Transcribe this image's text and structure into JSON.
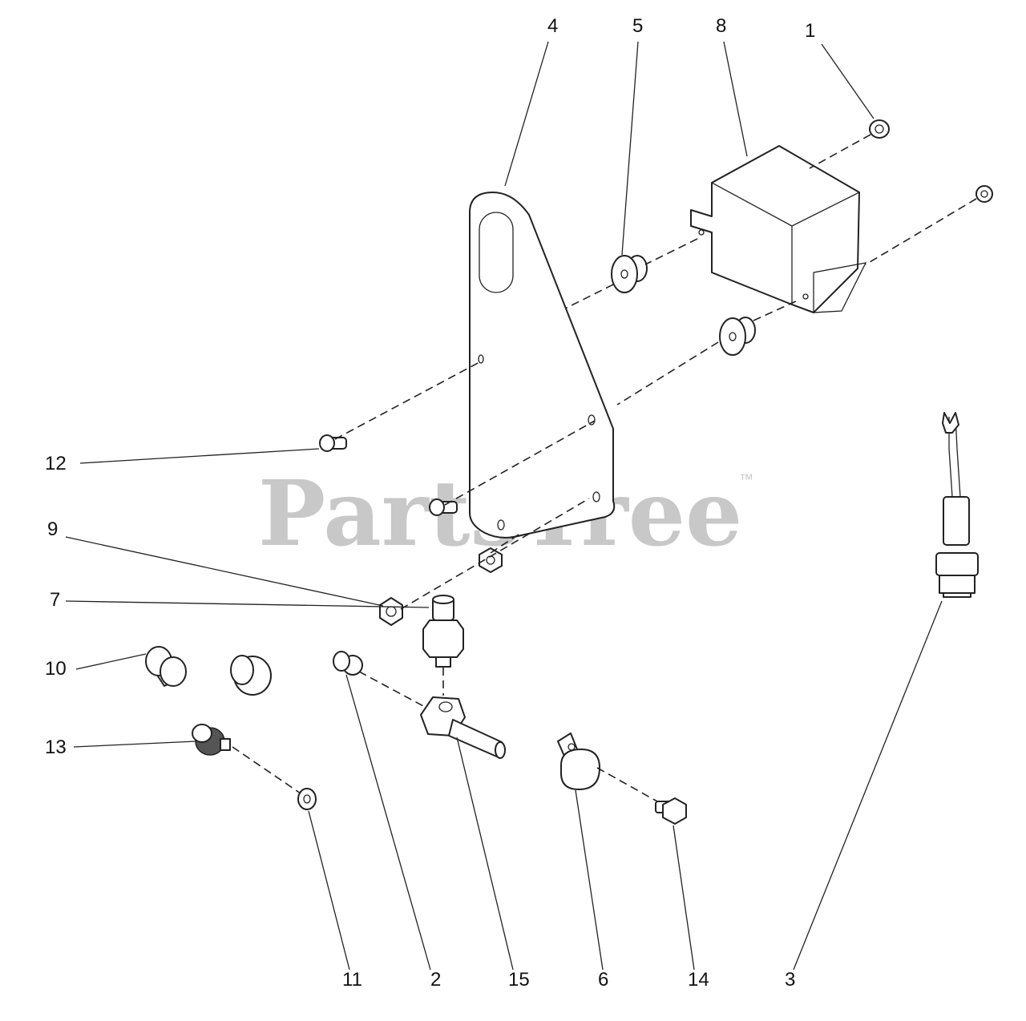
{
  "watermark": {
    "text": "PartsTree",
    "mark": "™"
  },
  "callouts": {
    "c1": "1",
    "c2": "2",
    "c3": "3",
    "c4": "4",
    "c5": "5",
    "c6": "6",
    "c7": "7",
    "c8": "8",
    "c9": "9",
    "c10": "10",
    "c11": "11",
    "c12": "12",
    "c13": "13",
    "c14": "14",
    "c15": "15"
  }
}
